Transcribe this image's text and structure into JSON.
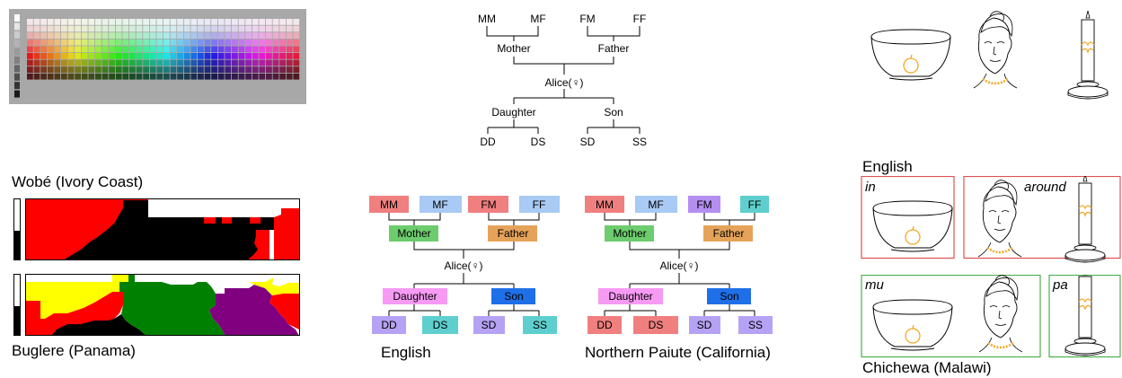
{
  "colors": {
    "red": "#ff0000",
    "black": "#000000",
    "yellow": "#ffff00",
    "green": "#008000",
    "purple": "#800080",
    "kin_pink": "#f07f7f",
    "kin_lightblue": "#a8caf4",
    "kin_green": "#6dcc6d",
    "kin_orange": "#e5a35a",
    "kin_magenta": "#f69af4",
    "kin_blue": "#1f6fe8",
    "kin_lavender": "#b6a2f4",
    "kin_teal": "#5ecfce",
    "kin_purple": "#b58ef2",
    "spatial_red": "#e05050",
    "spatial_green": "#4caf50",
    "orange_fruit": "#f5a623"
  },
  "color_chips": {
    "image_name": "munsell-color-chip-array"
  },
  "color_maps": [
    {
      "language": "Wobé (Ivory Coast)"
    },
    {
      "language": "Buglere (Panama)"
    }
  ],
  "kinship_plain": {
    "grandparents": [
      "MM",
      "MF",
      "FM",
      "FF"
    ],
    "parents": [
      "Mother",
      "Father"
    ],
    "ego": "Alice(♀)",
    "children": [
      "Daughter",
      "Son"
    ],
    "grandchildren": [
      "DD",
      "DS",
      "SD",
      "SS"
    ]
  },
  "kinship_colored": [
    {
      "language": "English",
      "grandparents": [
        "MM",
        "MF",
        "FM",
        "FF"
      ],
      "parents": [
        "Mother",
        "Father"
      ],
      "ego": "Alice(♀)",
      "children": [
        "Daughter",
        "Son"
      ],
      "grandchildren": [
        "DD",
        "DS",
        "SD",
        "SS"
      ]
    },
    {
      "language": "Northern Paiute (California)",
      "grandparents": [
        "MM",
        "MF",
        "FM",
        "FF"
      ],
      "parents": [
        "Mother",
        "Father"
      ],
      "ego": "Alice(♀)",
      "children": [
        "Daughter",
        "Son"
      ],
      "grandchildren": [
        "DD",
        "DS",
        "SD",
        "SS"
      ]
    }
  ],
  "spatial": {
    "english": {
      "language": "English",
      "labels": [
        "in",
        "around"
      ]
    },
    "chichewa": {
      "language": "Chichewa (Malawi)",
      "labels": [
        "mu",
        "pa"
      ]
    }
  }
}
